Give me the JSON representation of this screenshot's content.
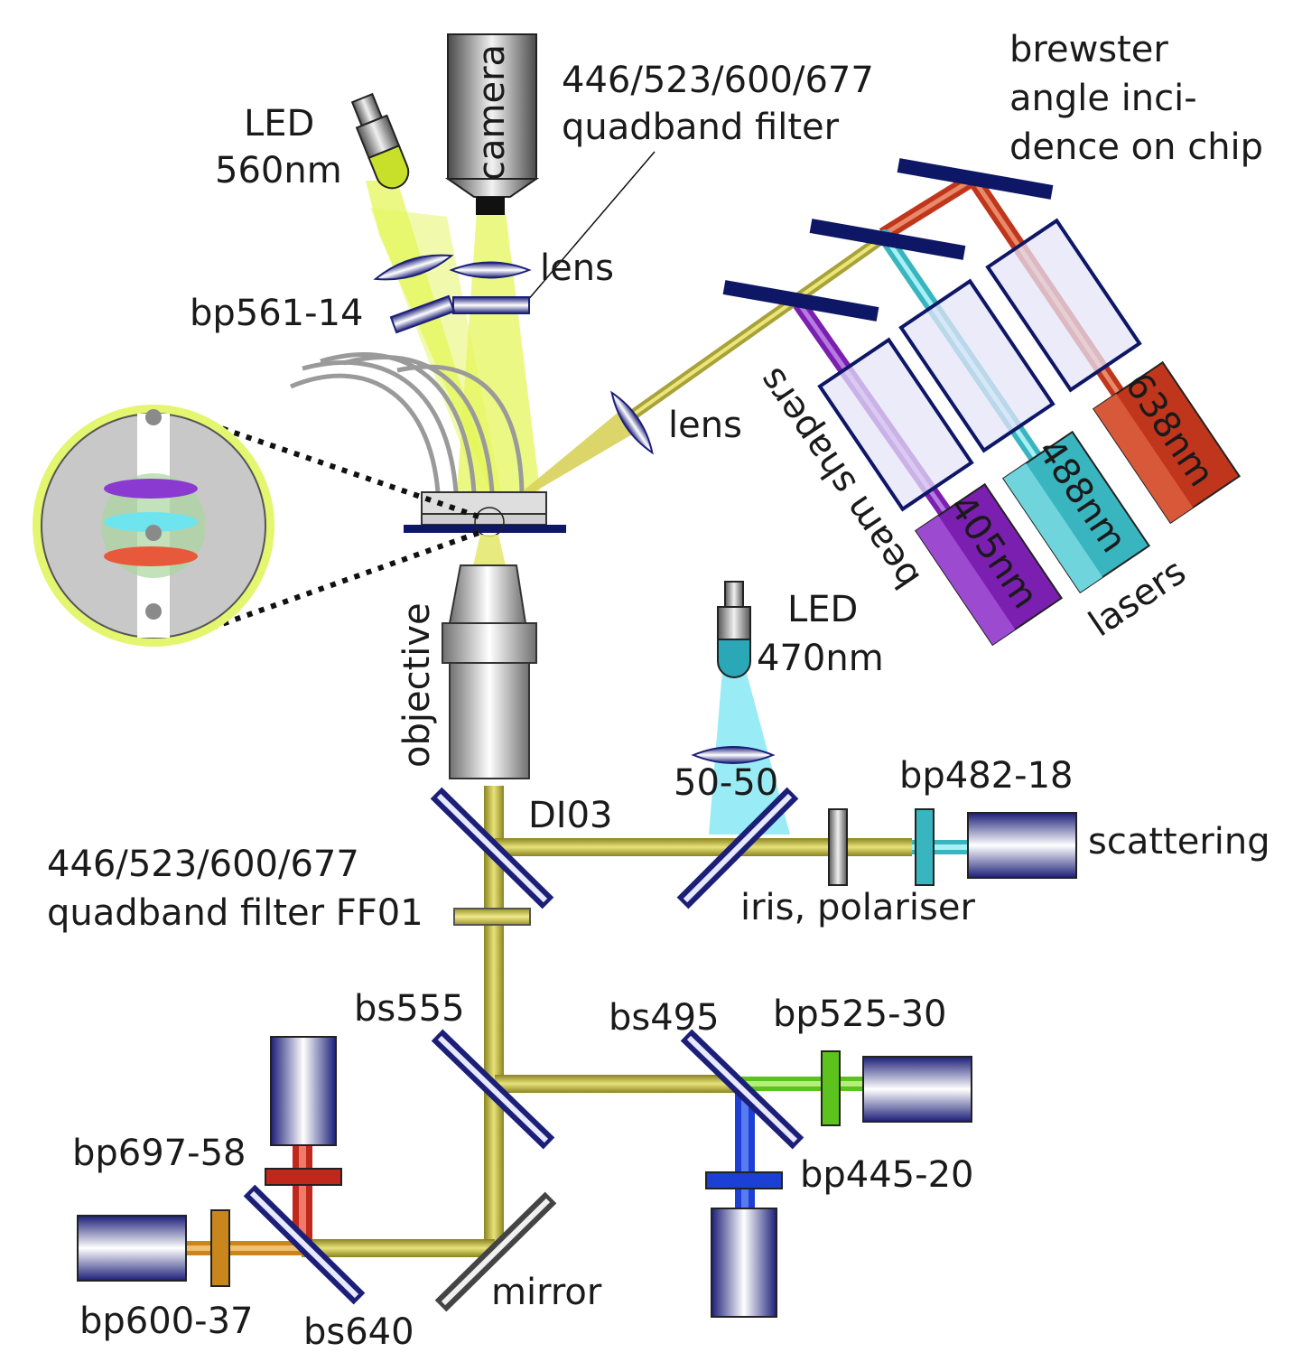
{
  "labels": {
    "brewster_1": "brewster",
    "brewster_2": "angle inci-",
    "brewster_3": "dence on chip",
    "quadband_top_1": "446/523/600/677",
    "quadband_top_2": "quadband filter",
    "camera": "camera",
    "led560_1": "LED",
    "led560_2": "560nm",
    "lens_top": "lens",
    "bp561": "bp561-14",
    "lens_mid": "lens",
    "beam_shapers": "beam shapers",
    "laser405": "405nm",
    "laser488": "488nm",
    "laser638": "638nm",
    "lasers": "lasers",
    "led470_1": "LED",
    "led470_2": "470nm",
    "objective": "objective",
    "fifty": "50-50",
    "di03": "DI03",
    "bp482": "bp482-18",
    "scattering": "scattering",
    "quadband_bot_1": "446/523/600/677",
    "quadband_bot_2": "quadband filter FF01",
    "iris": "iris, polariser",
    "bs555": "bs555",
    "bs495": "bs495",
    "bp525": "bp525-30",
    "bp445": "bp445-20",
    "bp697": "bp697-58",
    "bp600": "bp600-37",
    "bs640": "bs640",
    "mirror": "mirror"
  },
  "colors": {
    "beam_main": "#b8b03a",
    "laser405": "#7b1fb0",
    "laser488": "#39b5c0",
    "laser638": "#c0361c",
    "green_path": "#5cc21c",
    "blue_path": "#1c3fd6",
    "red_path": "#c0281c",
    "orange_path": "#c8861c",
    "led_green_light": "#e4f55a",
    "led_blue_light": "#7fe6f2",
    "mirror_navy": "#0e1766"
  }
}
